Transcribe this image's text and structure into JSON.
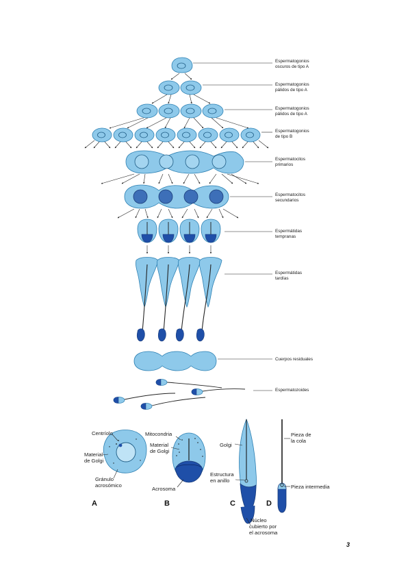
{
  "stages": [
    {
      "line1": "Espermatogonios",
      "line2": "oscuros de tipo A"
    },
    {
      "line1": "Espermatogonios",
      "line2": "pálidos de tipo A"
    },
    {
      "line1": "Espermatogonios",
      "line2": "pálidos de tipo A"
    },
    {
      "line1": "Espermatogonios",
      "line2": "de tipo B"
    },
    {
      "line1": "Espermatocitos",
      "line2": "primarios"
    },
    {
      "line1": "Espermatocitos",
      "line2": "secundarios"
    },
    {
      "line1": "Espermátidas",
      "line2": "tempranas"
    },
    {
      "line1": "Espermátidas",
      "line2": "tardías"
    },
    {
      "line1": "Cuerpos residuales",
      "line2": ""
    },
    {
      "line1": "Espermatozoides",
      "line2": ""
    }
  ],
  "panels": {
    "A": {
      "letter": "A",
      "centriolo": "Centríolo",
      "golgi_1": "Material",
      "golgi_2": "de Golgi",
      "granulo_1": "Gránulo",
      "granulo_2": "acrosómico"
    },
    "B": {
      "letter": "B",
      "mitocondria": "Mitocondria",
      "golgi_1": "Material",
      "golgi_2": "de Golgi",
      "acrosoma": "Acrosoma"
    },
    "C": {
      "letter": "C",
      "golgi": "Golgi",
      "estructura_1": "Estructura",
      "estructura_2": "en anillo",
      "nucleo_1": "Núcleo",
      "nucleo_2": "cubierto por",
      "nucleo_3": "el acrosoma"
    },
    "D": {
      "letter": "D",
      "cola_1": "Pieza de",
      "cola_2": "la cola",
      "intermedia": "Pieza intermedia"
    }
  },
  "page_number": "3",
  "colors": {
    "cell_fill": "#8ec9ea",
    "cell_stroke": "#2b7fb2",
    "nucleus_dark": "#1f4fa8"
  }
}
